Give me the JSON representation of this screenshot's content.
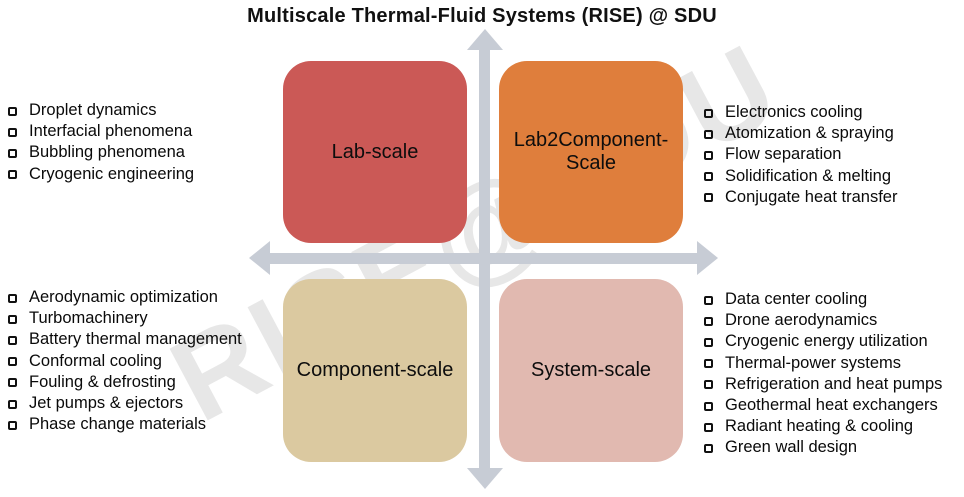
{
  "title": "Multiscale Thermal-Fluid Systems (RISE) @ SDU",
  "watermark_text": "RISE@SDU",
  "colors": {
    "background": "#ffffff",
    "axis": "#c7ccd5",
    "watermark": "#e7e7e7",
    "text": "#000000"
  },
  "quadrants": [
    {
      "label": "Lab-scale",
      "color": "#cb5956"
    },
    {
      "label": "Lab2Component-Scale",
      "color": "#df7e3c"
    },
    {
      "label": "Component-scale",
      "color": "#dbc9a0"
    },
    {
      "label": "System-scale",
      "color": "#e1b9b0"
    }
  ],
  "topic_lists": {
    "top_left": {
      "items": [
        "Droplet dynamics",
        "Interfacial phenomena",
        "Bubbling phenomena",
        "Cryogenic engineering"
      ]
    },
    "top_right": {
      "items": [
        "Electronics cooling",
        "Atomization & spraying",
        "Flow separation",
        "Solidification & melting",
        "Conjugate heat transfer"
      ]
    },
    "bottom_left": {
      "items": [
        "Aerodynamic optimization",
        "Turbomachinery",
        "Battery thermal management",
        "Conformal cooling",
        "Fouling & defrosting",
        "Jet pumps & ejectors",
        "Phase change materials"
      ]
    },
    "bottom_right": {
      "items": [
        "Data center cooling",
        "Drone aerodynamics",
        "Cryogenic energy utilization",
        "Thermal-power systems",
        "Refrigeration and heat pumps",
        "Geothermal heat exchangers",
        "Radiant heating & cooling",
        "Green wall design"
      ]
    }
  }
}
